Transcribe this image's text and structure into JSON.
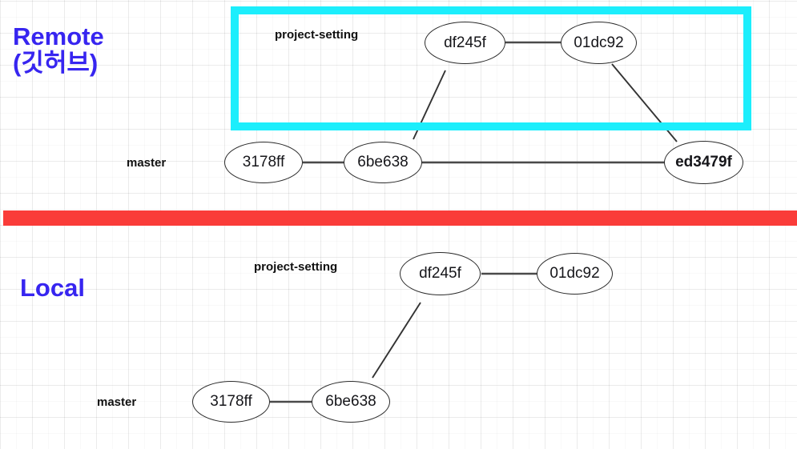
{
  "diagram": {
    "type": "git-branch-graph",
    "sections": [
      {
        "id": "remote",
        "title": "Remote\n(깃허브)",
        "title_line1": "Remote",
        "title_line2": "(깃허브)",
        "title_color": "#3725f0",
        "branches": [
          {
            "id": "remote-project-setting",
            "label": "project-setting"
          },
          {
            "id": "remote-master",
            "label": "master"
          }
        ],
        "commits": [
          {
            "id": "remote-df245f",
            "label": "df245f",
            "branch": "project-setting",
            "bold": false
          },
          {
            "id": "remote-01dc92",
            "label": "01dc92",
            "branch": "project-setting",
            "bold": false
          },
          {
            "id": "remote-3178ff",
            "label": "3178ff",
            "branch": "master",
            "bold": false
          },
          {
            "id": "remote-6be638",
            "label": "6be638",
            "branch": "master",
            "bold": false
          },
          {
            "id": "remote-ed3479f",
            "label": "ed3479f",
            "branch": "master",
            "bold": true
          }
        ],
        "highlight": {
          "id": "remote-highlight-box",
          "color": "#1ceefc"
        }
      },
      {
        "id": "local",
        "title": "Local",
        "title_color": "#3725f0",
        "branches": [
          {
            "id": "local-project-setting",
            "label": "project-setting"
          },
          {
            "id": "local-master",
            "label": "master"
          }
        ],
        "commits": [
          {
            "id": "local-df245f",
            "label": "df245f",
            "branch": "project-setting",
            "bold": false
          },
          {
            "id": "local-01dc92",
            "label": "01dc92",
            "branch": "project-setting",
            "bold": false
          },
          {
            "id": "local-3178ff",
            "label": "3178ff",
            "branch": "master",
            "bold": false
          },
          {
            "id": "local-6be638",
            "label": "6be638",
            "branch": "master",
            "bold": false
          }
        ]
      }
    ],
    "divider": {
      "id": "remote-local-divider",
      "color": "#fa3c39"
    },
    "edge_color": "#4a4a4a",
    "node_border_color": "#2b2b2b",
    "background": "#ffffff",
    "grid_color": "#e3e3e3"
  },
  "labels": {
    "remote_title_line1": "Remote",
    "remote_title_line2": "(깃허브)",
    "local_title": "Local",
    "project_setting": "project-setting",
    "master": "master",
    "df245f": "df245f",
    "01dc92": "01dc92",
    "3178ff": "3178ff",
    "6be638": "6be638",
    "ed3479f": "ed3479f"
  }
}
